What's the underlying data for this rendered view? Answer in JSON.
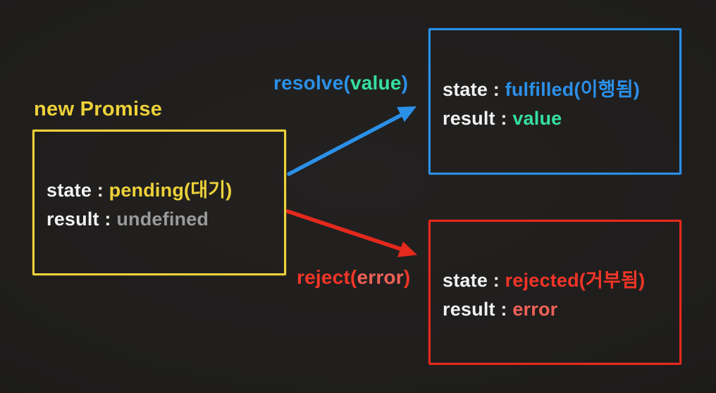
{
  "colors": {
    "yellow": "#edd13a",
    "blue": "#2b90e8",
    "teal": "#35dfa4",
    "red": "#e5291d",
    "red-text": "#f23527",
    "salmon": "#ef6156",
    "white": "#f1f1f1",
    "gray": "#9a9a9a"
  },
  "pending_box": {
    "title": "new Promise",
    "state_label": "state :",
    "state_value": "pending(대기)",
    "result_label": "result :",
    "result_value": "undefined"
  },
  "fulfilled_box": {
    "state_label": "state :",
    "state_value": "fulfilled(이행됨)",
    "result_label": "result :",
    "result_value": "value"
  },
  "rejected_box": {
    "state_label": "state :",
    "state_value": "rejected(거부됨)",
    "result_label": "result :",
    "result_value": "error"
  },
  "resolve_arrow": {
    "label_prefix": "resolve(",
    "label_arg": "value",
    "label_suffix": ")"
  },
  "reject_arrow": {
    "label_prefix": "reject(",
    "label_arg": "error",
    "label_suffix": ")"
  }
}
